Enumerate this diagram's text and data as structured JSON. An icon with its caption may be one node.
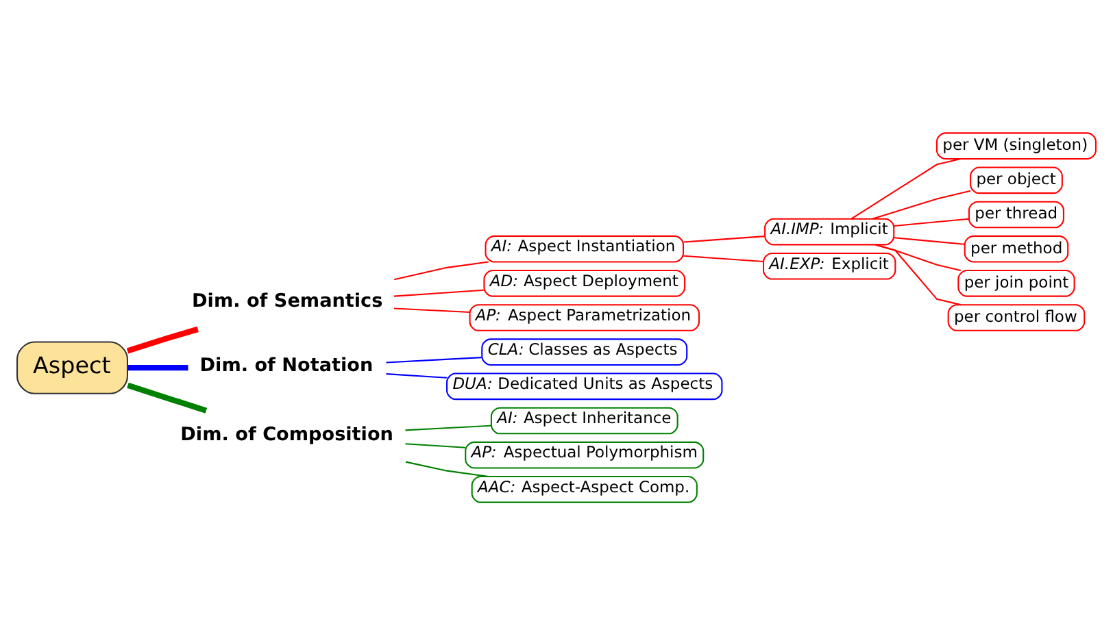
{
  "diagram": {
    "nodes": [
      {
        "text": [
          "Aspect"
        ]
      },
      {
        "text": [
          "Dim. of Semantics"
        ]
      },
      {
        "text": [
          "*AI:* Aspect Instantiation"
        ]
      },
      {
        "text": [
          "*AI.IMP:* Implicit"
        ]
      },
      {
        "text": [
          "per VM (singleton)"
        ]
      },
      {
        "text": [
          "per object"
        ]
      },
      {
        "text": [
          "per thread"
        ]
      },
      {
        "text": [
          "per method"
        ]
      },
      {
        "text": [
          "per join point"
        ]
      },
      {
        "text": [
          "per control flow"
        ]
      },
      {
        "text": [
          "*AI.EXP:* Explicit"
        ]
      },
      {
        "text": [
          "*AD:* Aspect Deployment"
        ]
      },
      {
        "text": [
          "*AP:* Aspect Parametrization"
        ]
      },
      {
        "text": [
          "Dim. of Notation"
        ]
      },
      {
        "text": [
          "*CLA:* Classes as Aspects"
        ]
      },
      {
        "text": [
          "*DUA:* Dedicated Units as Aspects"
        ]
      },
      {
        "text": [
          "Dim. of Composition"
        ]
      },
      {
        "text": [
          "*AI:* Aspect Inheritance"
        ]
      },
      {
        "text": [
          "*AP:* Aspectual Polymorphism"
        ]
      },
      {
        "text": [
          "*AAC:* Aspect-Aspect Comp."
        ]
      }
    ],
    "edges": [
      {
        "from": 0,
        "to": 1,
        "arrow": "none",
        "style": "thick"
      },
      {
        "from": 1,
        "to": 2,
        "arrow": "none"
      },
      {
        "from": 2,
        "to": 3,
        "arrow": "none"
      },
      {
        "from": 3,
        "to": 4,
        "arrow": "none"
      },
      {
        "from": 3,
        "to": 5,
        "arrow": "none"
      },
      {
        "from": 3,
        "to": 6,
        "arrow": "none"
      },
      {
        "from": 3,
        "to": 7,
        "arrow": "none"
      },
      {
        "from": 3,
        "to": 8,
        "arrow": "none"
      },
      {
        "from": 3,
        "to": 9,
        "arrow": "none"
      },
      {
        "from": 2,
        "to": 10,
        "arrow": "none"
      },
      {
        "from": 1,
        "to": 11,
        "arrow": "none"
      },
      {
        "from": 1,
        "to": 12,
        "arrow": "none"
      },
      {
        "from": 0,
        "to": 13,
        "arrow": "none",
        "style": "thick",
        "color": "#0000ff"
      },
      {
        "from": 13,
        "to": 14,
        "arrow": "none",
        "color": "#0000ff"
      },
      {
        "from": 13,
        "to": 15,
        "arrow": "none",
        "color": "#0000ff"
      },
      {
        "from": 0,
        "to": 16,
        "arrow": "none",
        "style": "thick",
        "color": "#008000"
      },
      {
        "from": 16,
        "to": 17,
        "arrow": "none",
        "color": "#008000"
      },
      {
        "from": 16,
        "to": 18,
        "arrow": "none",
        "color": "#008000"
      },
      {
        "from": 16,
        "to": 19,
        "arrow": "none",
        "color": "#008000"
      }
    ]
  }
}
